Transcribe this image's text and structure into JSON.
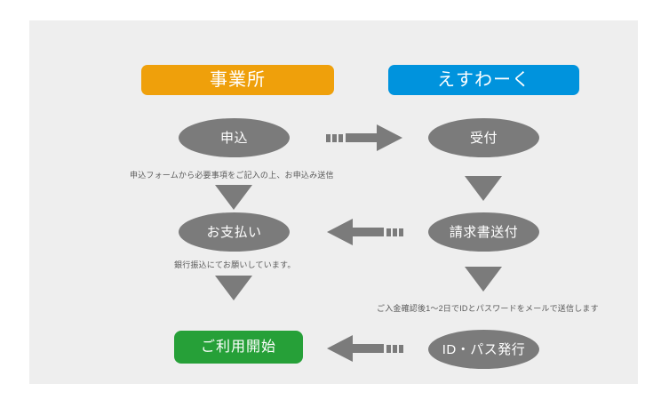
{
  "diagram": {
    "title": "",
    "background_color": "#eeeeee",
    "page_background": "#ffffff",
    "colors": {
      "vendor_header": "#efa00b",
      "service_header": "#0093dd",
      "node_gray": "#7b7b7b",
      "node_green": "#26a038",
      "arrow_gray": "#7b7b7b",
      "caption_text": "#595959",
      "node_text": "#ffffff"
    },
    "columns": [
      {
        "id": "vendor",
        "header_label": "事業所"
      },
      {
        "id": "service",
        "header_label": "えすわーく"
      }
    ],
    "nodes": {
      "apply": "申込",
      "receive": "受付",
      "payment": "お支払い",
      "invoice": "請求書送付",
      "id_pass_issue": "ID・パス発行",
      "start_use": "ご利用開始"
    },
    "captions": {
      "apply_note": "申込フォームから必要事項をご記入の上、お申込み送信",
      "payment_note": "銀行振込にてお願いしています。",
      "id_pass_note": "ご入金確認後1〜2日でIDとパスワードをメールで送信します"
    },
    "arrows": [
      {
        "id": "apply-to-receive",
        "direction": "right",
        "style": "dashed-tail-solid-head"
      },
      {
        "id": "invoice-to-payment",
        "direction": "left",
        "style": "dashed-tail-solid-head"
      },
      {
        "id": "idpass-to-startuse",
        "direction": "left",
        "style": "dashed-tail-solid-head"
      },
      {
        "id": "apply-down",
        "direction": "down",
        "style": "solid-triangle"
      },
      {
        "id": "payment-down",
        "direction": "down",
        "style": "solid-triangle"
      },
      {
        "id": "receive-down",
        "direction": "down",
        "style": "solid-triangle"
      },
      {
        "id": "invoice-down",
        "direction": "down",
        "style": "solid-triangle"
      }
    ]
  }
}
